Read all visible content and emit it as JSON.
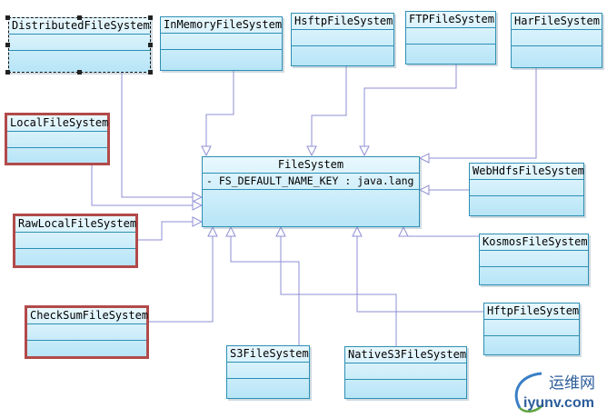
{
  "diagram": {
    "classes": {
      "distributed": {
        "name": "DistributedFileSystem"
      },
      "inmemory": {
        "name": "InMemoryFileSystem"
      },
      "hsftp": {
        "name": "HsftpFileSystem"
      },
      "ftp": {
        "name": "FTPFileSystem"
      },
      "har": {
        "name": "HarFileSystem"
      },
      "local": {
        "name": "LocalFileSystem"
      },
      "filesystem": {
        "name": "FileSystem",
        "attribute": "- FS_DEFAULT_NAME_KEY : java.lang"
      },
      "webhdfs": {
        "name": "WebHdfsFileSystem"
      },
      "rawlocal": {
        "name": "RawLocalFileSystem"
      },
      "kosmos": {
        "name": "KosmosFileSystem"
      },
      "checksum": {
        "name": "CheckSumFileSystem"
      },
      "hftp": {
        "name": "HftpFileSystem"
      },
      "s3": {
        "name": "S3FileSystem"
      },
      "natives3": {
        "name": "NativeS3FileSystem"
      }
    },
    "colors": {
      "line": "#8f8fd6",
      "box_border": "#2d8fb3",
      "highlight": "#b24a4a"
    }
  },
  "watermark": {
    "primary": "运维网",
    "secondary": "iyunv.com"
  }
}
